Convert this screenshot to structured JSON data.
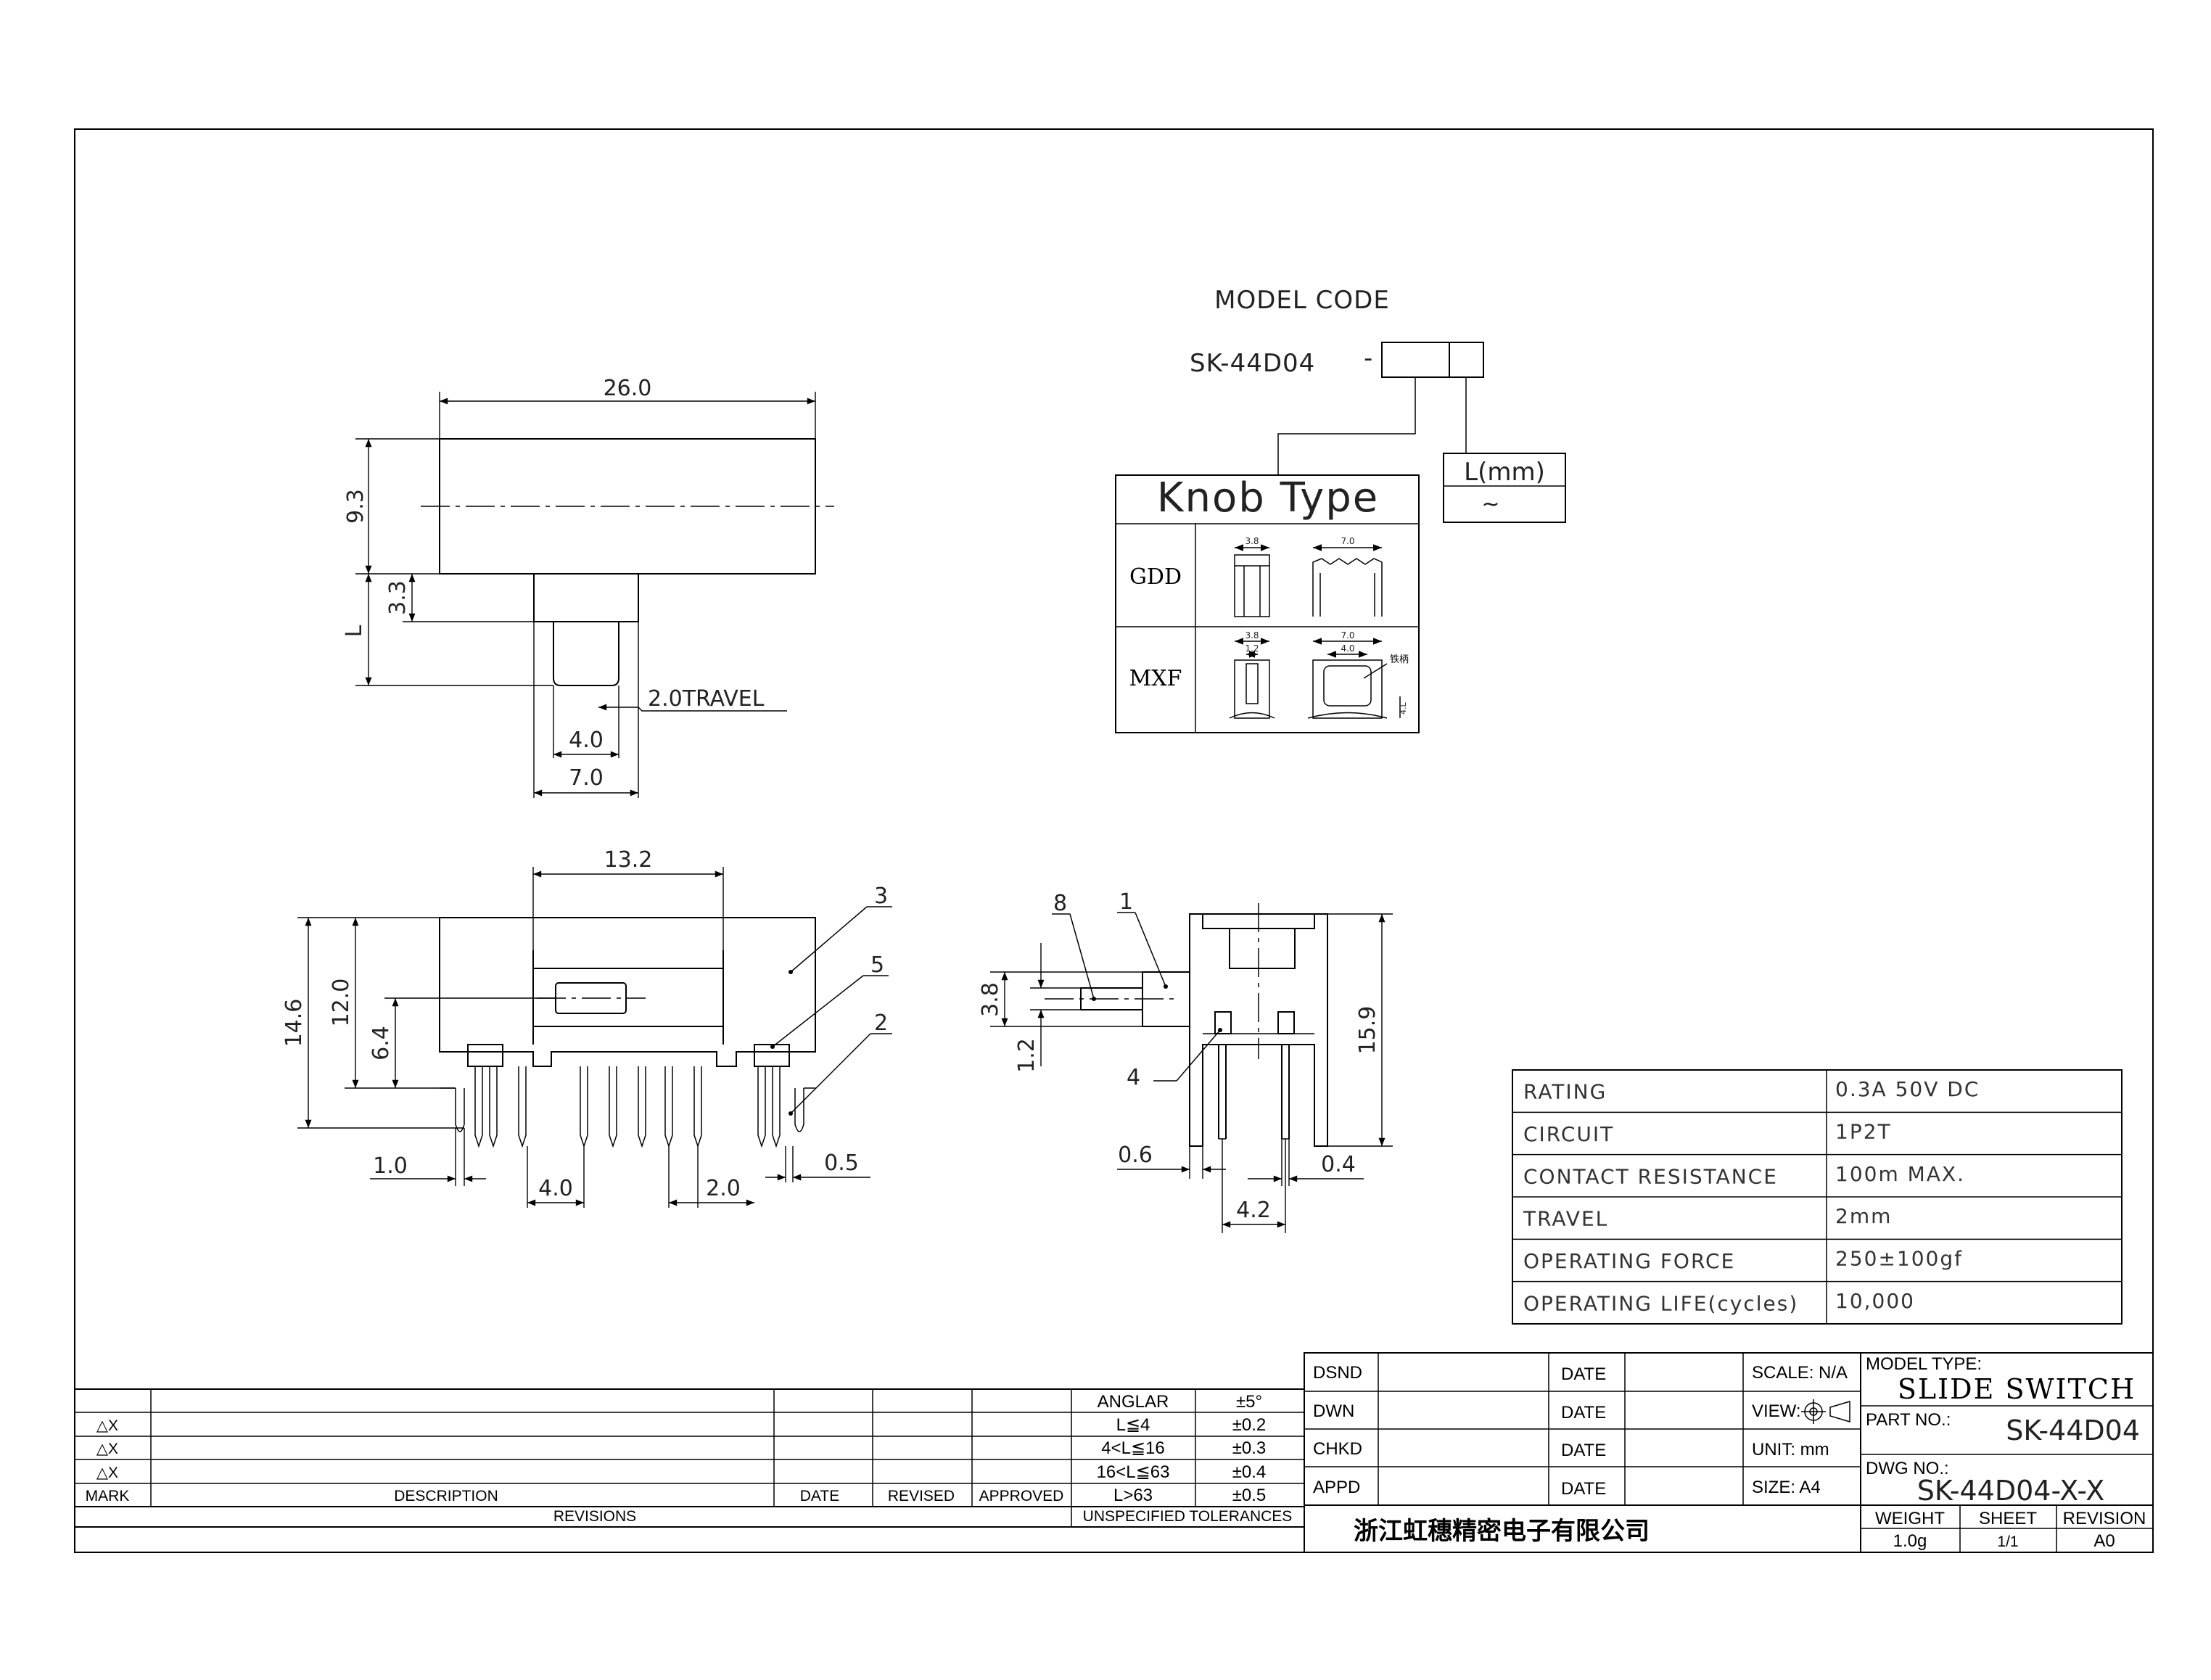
{
  "model_code": {
    "title": "MODEL CODE",
    "part": "SK-44D04",
    "dash": "-",
    "knob_type_label": "Knob Type",
    "knob_gdd": "GDD",
    "knob_mxf": "MXF",
    "knob_dims": [
      "3.8",
      "7.0",
      "3.8",
      "1.2",
      "7.0",
      "4.0",
      "4.L"
    ],
    "knob_note": "铁柄",
    "length_label": "L(mm)",
    "length_value": "~"
  },
  "top_view": {
    "width": "26.0",
    "height": "9.3",
    "knob_h": "3.3",
    "length": "L",
    "travel": "2.0TRAVEL",
    "knob_w": "4.0",
    "slot_w": "7.0"
  },
  "front_view": {
    "w132": "13.2",
    "h146": "14.6",
    "h120": "12.0",
    "h64": "6.4",
    "d10": "1.0",
    "d40": "4.0",
    "d20": "2.0",
    "d05": "0.5",
    "callouts": [
      "3",
      "5",
      "2"
    ]
  },
  "side_view": {
    "callouts": [
      "8",
      "1",
      "4"
    ],
    "h38": "3.8",
    "h12": "1.2",
    "h159": "15.9",
    "d06": "0.6",
    "d04": "0.4",
    "d42": "4.2"
  },
  "specs": [
    {
      "label": "RATING",
      "value": "0.3A 50V DC"
    },
    {
      "label": "CIRCUIT",
      "value": "1P2T"
    },
    {
      "label": "CONTACT RESISTANCE",
      "value": "100m  MAX."
    },
    {
      "label": "TRAVEL",
      "value": "2mm"
    },
    {
      "label": "OPERATING FORCE",
      "value": "250±100gf"
    },
    {
      "label": "OPERATING LIFE(cycles)",
      "value": "10,000"
    }
  ],
  "revisions": {
    "marks": [
      "△X",
      "△X",
      "△X"
    ],
    "headers": {
      "mark": "MARK",
      "description": "DESCRIPTION",
      "date": "DATE",
      "revised": "REVISED",
      "approved": "APPROVED"
    },
    "footer": "REVISIONS"
  },
  "tolerances": {
    "rows": [
      {
        "range": "ANGLAR",
        "tol": "±5°"
      },
      {
        "range": "L≦4",
        "tol": "±0.2"
      },
      {
        "range": "4<L≦16",
        "tol": "±0.3"
      },
      {
        "range": "16<L≦63",
        "tol": "±0.4"
      },
      {
        "range": "L>63",
        "tol": "±0.5"
      }
    ],
    "footer": "UNSPECIFIED TOLERANCES"
  },
  "signoff": {
    "rows": [
      "DSND",
      "DWN",
      "CHKD",
      "APPD"
    ],
    "date_label": "DATE",
    "company": "浙江虹穗精密电子有限公司"
  },
  "drawing_info": {
    "scale": "SCALE: N/A",
    "view": "VIEW:",
    "unit": "UNIT: mm",
    "size": "SIZE: A4",
    "model_type_label": "MODEL TYPE:",
    "model_type": "SLIDE SWITCH",
    "part_no_label": "PART NO.:",
    "part_no": "SK-44D04",
    "dwg_no_label": "DWG NO.:",
    "dwg_no": "SK-44D04-X-X",
    "weight_label": "WEIGHT",
    "weight": "1.0g",
    "sheet_label": "SHEET",
    "sheet": "1/1",
    "revision_label": "REVISION",
    "revision": "A0"
  }
}
